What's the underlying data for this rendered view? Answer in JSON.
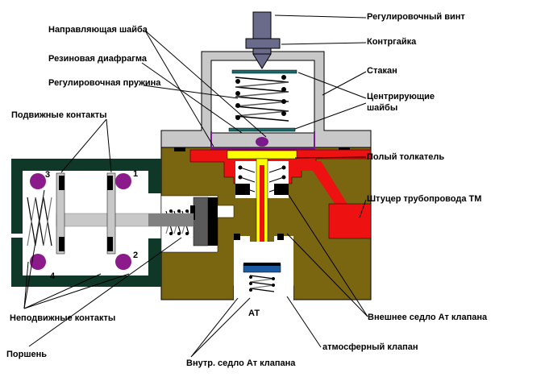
{
  "labels": {
    "adjusting_screw": "Регулировочный винт",
    "locknut": "Контргайка",
    "guide_washer": "Направляющая шайба",
    "cup": "Стакан",
    "rubber_diaphragm": "Резиновая диафрагма",
    "centering_washers_line1": "Центрирующие",
    "centering_washers_line2": "шайбы",
    "adjusting_spring": "Регулировочная пружина",
    "movable_contacts": "Подвижные контакты",
    "hollow_pusher": "Полый толкатель",
    "tm_pipe_fitting": "Штуцер трубопровода ТМ",
    "fixed_contacts": "Неподвижные контакты",
    "outer_seat": "Внешнее седло Ат клапана",
    "piston": "Поршень",
    "atmospheric_valve": "атмосферный клапан",
    "inner_seat": "Внутр. седло Ат клапана",
    "at_port": "АТ"
  },
  "contact_numbers": [
    "1",
    "2",
    "3",
    "4"
  ],
  "colors": {
    "body": "#7a6511",
    "cup": "#c8c8c8",
    "screw": "#6a6a8a",
    "pusher_red": "#ee1111",
    "pusher_yellow": "#ffff00",
    "diaphragm": "#7b1a8b",
    "contacts": "#8b1a8b",
    "switch_housing": "#103828",
    "valve_blue": "#1a5aa0"
  }
}
